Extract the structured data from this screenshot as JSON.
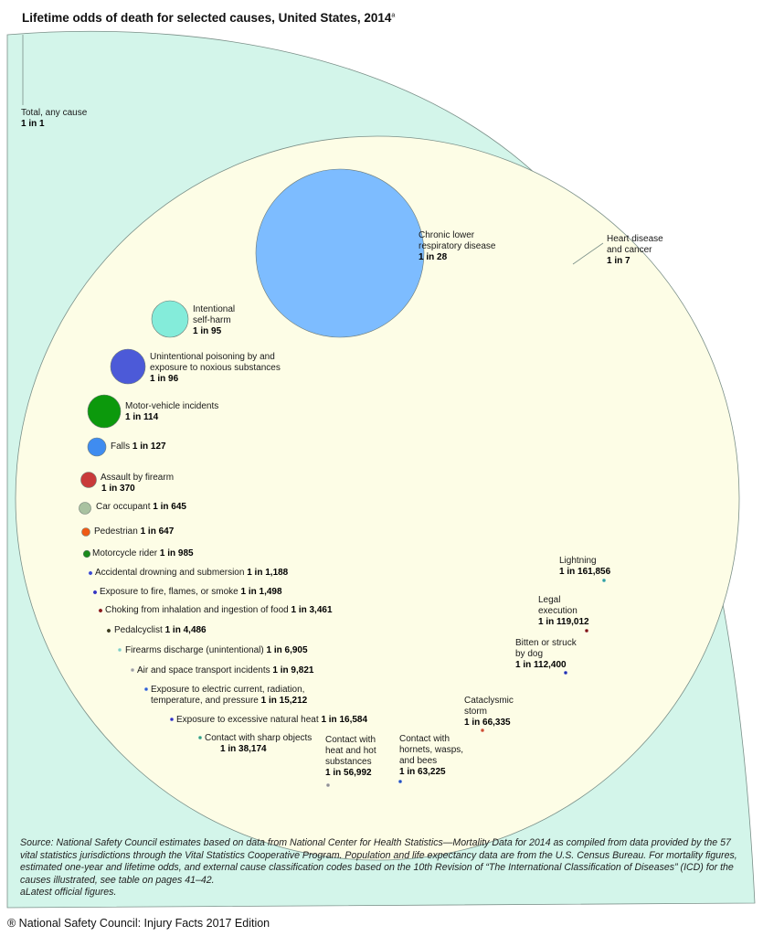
{
  "title": "Lifetime odds of death for selected causes, United States, 2014",
  "title_footnote_mark": "a",
  "chart_data": {
    "type": "bubble",
    "title": "Lifetime odds of death for selected causes, United States, 2014",
    "unit": "lifetime odds (1 in N)",
    "causes": [
      {
        "id": "total",
        "lines": [
          "Total, any cause"
        ],
        "odds": "1 in 1",
        "value": 1,
        "color": "#d3f5ea"
      },
      {
        "id": "heart",
        "lines": [
          "Heart disease",
          "and cancer"
        ],
        "odds": "1 in 7",
        "value": 7,
        "color": "#fdfde6"
      },
      {
        "id": "clrd",
        "lines": [
          "Chronic lower",
          "respiratory disease"
        ],
        "odds": "1 in 28",
        "value": 28,
        "color": "#7dbcff"
      },
      {
        "id": "selfharm",
        "lines": [
          "Intentional",
          "self-harm"
        ],
        "odds": "1 in 95",
        "value": 95,
        "color": "#84ecda"
      },
      {
        "id": "poison",
        "lines": [
          "Unintentional poisoning by and",
          "exposure to noxious substances"
        ],
        "odds": "1 in 96",
        "value": 96,
        "color": "#4c5ad8"
      },
      {
        "id": "motor",
        "lines": [
          "Motor-vehicle incidents"
        ],
        "odds": "1 in 114",
        "value": 114,
        "color": "#0c990c"
      },
      {
        "id": "falls",
        "lines": [
          "Falls"
        ],
        "odds": "1 in 127",
        "value": 127,
        "color": "#3f8cf0"
      },
      {
        "id": "assault",
        "lines": [
          "Assault by firearm"
        ],
        "odds": "1 in 370",
        "value": 370,
        "color": "#c93a3a"
      },
      {
        "id": "car",
        "lines": [
          "Car occupant"
        ],
        "odds": "1 in 645",
        "value": 645,
        "color": "#a9c2a0"
      },
      {
        "id": "pedestrian",
        "lines": [
          "Pedestrian"
        ],
        "odds": "1 in 647",
        "value": 647,
        "color": "#ef5a14"
      },
      {
        "id": "motorcycle",
        "lines": [
          "Motorcycle rider"
        ],
        "odds": "1 in 985",
        "value": 985,
        "color": "#1a8a1a"
      },
      {
        "id": "drowning",
        "lines": [
          "Accidental drowning and submersion"
        ],
        "odds": "1 in 1,188",
        "value": 1188,
        "color": "#3b4bd0"
      },
      {
        "id": "fire",
        "lines": [
          "Exposure to fire, flames, or smoke"
        ],
        "odds": "1 in 1,498",
        "value": 1498,
        "color": "#3535c0"
      },
      {
        "id": "choking",
        "lines": [
          "Choking from inhalation and ingestion of food"
        ],
        "odds": "1 in 3,461",
        "value": 3461,
        "color": "#8b1a1a"
      },
      {
        "id": "pedal",
        "lines": [
          "Pedalcyclist"
        ],
        "odds": "1 in 4,486",
        "value": 4486,
        "color": "#3a3a1a"
      },
      {
        "id": "firearms",
        "lines": [
          "Firearms discharge (unintentional)"
        ],
        "odds": "1 in 6,905",
        "value": 6905,
        "color": "#7fd0c0"
      },
      {
        "id": "air",
        "lines": [
          "Air and space transport incidents"
        ],
        "odds": "1 in 9,821",
        "value": 9821,
        "color": "#a0a0a0"
      },
      {
        "id": "electric",
        "lines": [
          "Exposure to electric current, radiation,",
          "temperature, and pressure "
        ],
        "odds": "1 in 15,212",
        "value": 15212,
        "color": "#3060d0"
      },
      {
        "id": "heat",
        "lines": [
          "Exposure to excessive natural heat"
        ],
        "odds": "1 in 16,584",
        "value": 16584,
        "color": "#3030c0"
      },
      {
        "id": "sharp",
        "lines": [
          "Contact with sharp objects"
        ],
        "odds": "1 in 38,174",
        "value": 38174,
        "color": "#30a080"
      },
      {
        "id": "hot",
        "lines": [
          "Contact with",
          "heat and hot",
          "substances"
        ],
        "odds": "1 in 56,992",
        "value": 56992,
        "color": "#909090"
      },
      {
        "id": "hornets",
        "lines": [
          "Contact with",
          "hornets, wasps,",
          "and bees"
        ],
        "odds": "1 in 63,225",
        "value": 63225,
        "color": "#2050c0"
      },
      {
        "id": "storm",
        "lines": [
          "Cataclysmic",
          "storm"
        ],
        "odds": "1 in 66,335",
        "value": 66335,
        "color": "#d05030"
      },
      {
        "id": "dog",
        "lines": [
          "Bitten or struck",
          "by dog"
        ],
        "odds": "1 in 112,400",
        "value": 112400,
        "color": "#2030b0"
      },
      {
        "id": "execution",
        "lines": [
          "Legal",
          "execution"
        ],
        "odds": "1 in 119,012",
        "value": 119012,
        "color": "#801010"
      },
      {
        "id": "lightning",
        "lines": [
          "Lightning"
        ],
        "odds": "1 in 161,856",
        "value": 161856,
        "color": "#30a0a0"
      }
    ]
  },
  "source": "Source: National Safety Council estimates based on data from National Center for Health Statistics—Mortality Data for 2014 as compiled from data provided by the 57 vital statistics jurisdictions through the Vital Statistics Cooperative Program. Population and life expectancy data are from the U.S. Census Bureau. For mortality figures, estimated one-year and lifetime odds, and external cause classification codes based on the 10th Revision of “The International Classification of Diseases” (ICD) for the causes illustrated, see table on pages 41–42.",
  "footnote": "aLatest official figures.",
  "footer": "® National Safety Council: Injury Facts 2017 Edition"
}
